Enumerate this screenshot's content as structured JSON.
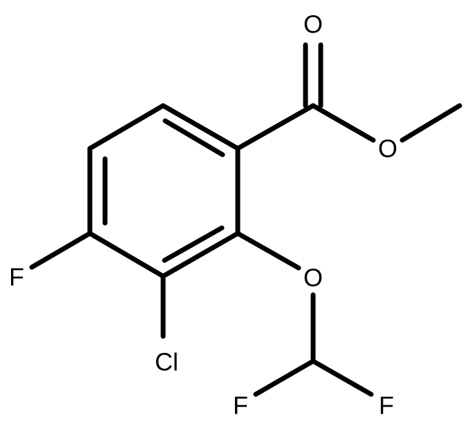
{
  "diagram": {
    "type": "chemical-structure",
    "atoms": [
      {
        "id": "O1",
        "symbol": "O"
      },
      {
        "id": "O2",
        "symbol": "O"
      },
      {
        "id": "F1",
        "symbol": "F"
      },
      {
        "id": "O3",
        "symbol": "O"
      },
      {
        "id": "Cl",
        "symbol": "Cl"
      },
      {
        "id": "F2",
        "symbol": "F"
      },
      {
        "id": "F3",
        "symbol": "F"
      }
    ],
    "bond_color": "#000000",
    "label_color": "#000000",
    "background": "#ffffff"
  }
}
